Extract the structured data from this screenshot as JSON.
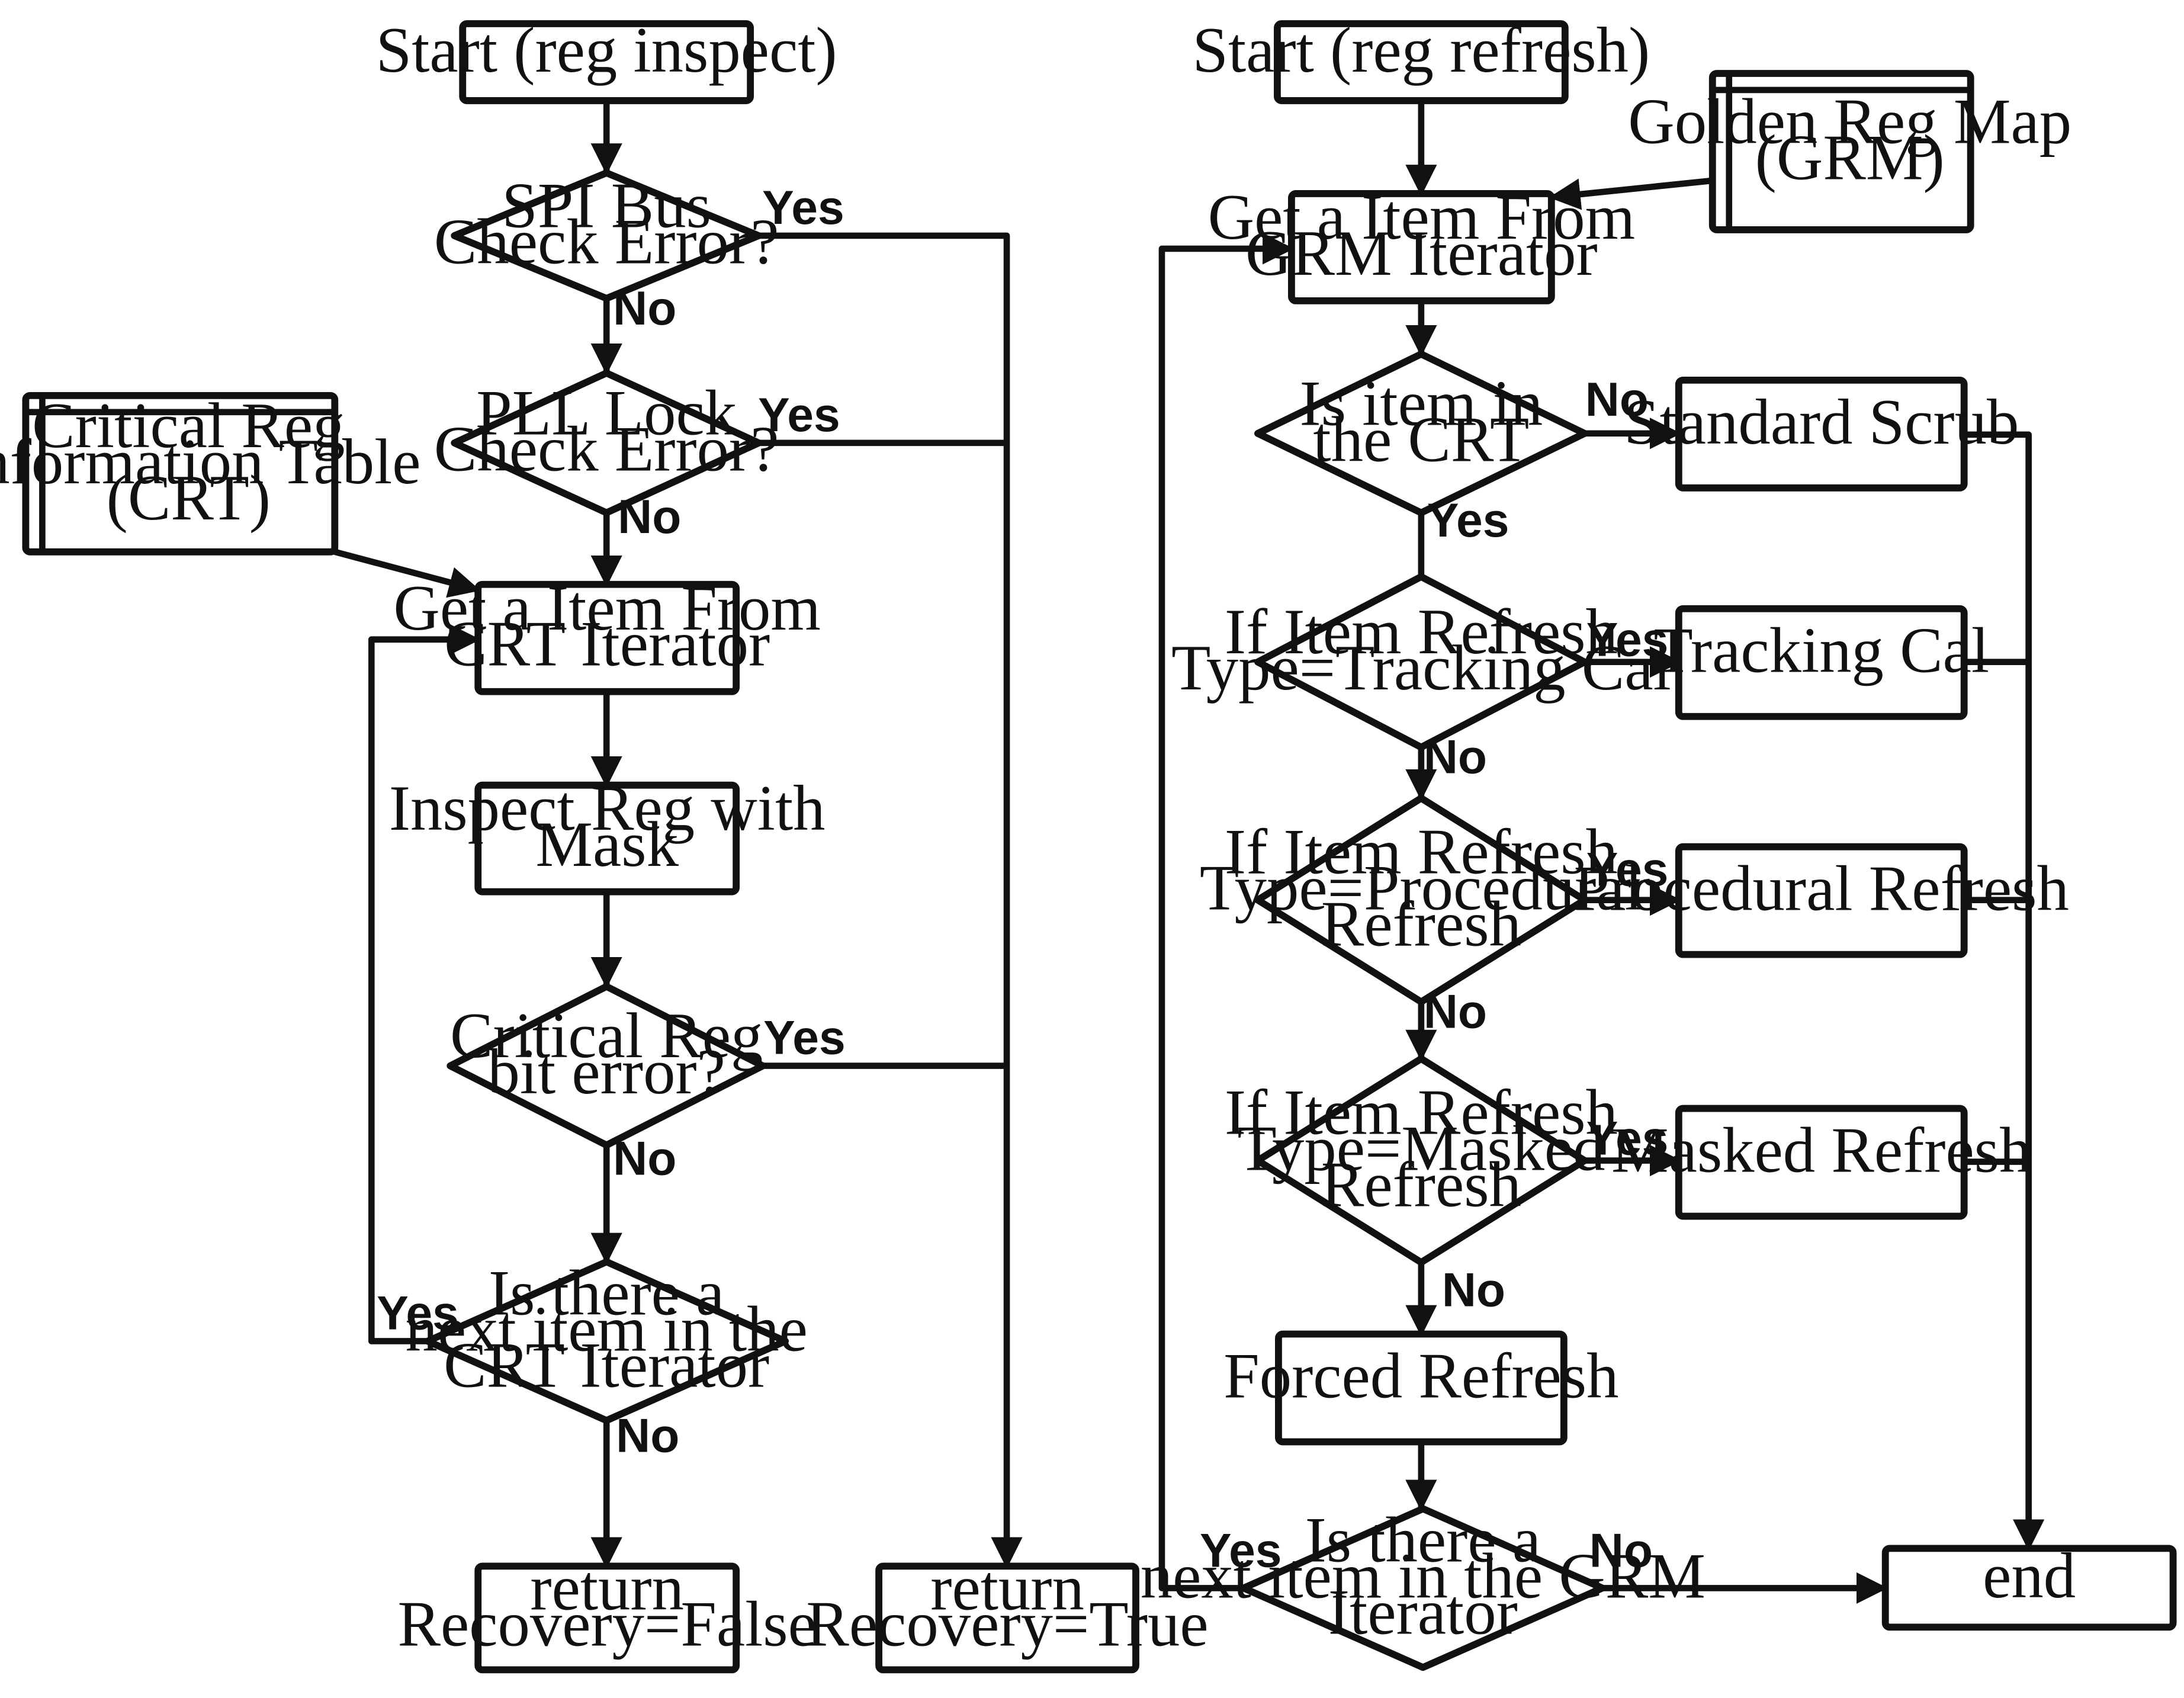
{
  "diagram": {
    "left_flow": {
      "start": "Start (reg inspect)",
      "spi_check": [
        "SPI Bus",
        "Check Error?"
      ],
      "pll_check": [
        "PLL Lock",
        "Check Error?"
      ],
      "crt_table": [
        "Critical Reg",
        "Information Table",
        "(CRT)"
      ],
      "get_item": [
        "Get a Item From",
        "CRT Iterator"
      ],
      "inspect": [
        "Inspect Reg with",
        "Mask"
      ],
      "bit_error": [
        "Critical Reg",
        "bit error?"
      ],
      "next_item": [
        "Is there a",
        "next item in the",
        "CRT Iterator"
      ],
      "return_false": [
        "return",
        "Recovery=False"
      ],
      "return_true": [
        "return",
        "Recovery=True"
      ]
    },
    "right_flow": {
      "start": "Start (reg refresh)",
      "grm_table": [
        "Golden Reg Map",
        "(GRM)"
      ],
      "get_item": [
        "Get a Item From",
        "GRM Iterator"
      ],
      "in_crt": [
        "Is item in",
        "the CRT"
      ],
      "standard_scrub": "Standard Scrub",
      "tracking_check": [
        "If Item Refresh",
        "Type=Tracking Cal"
      ],
      "tracking_cal": "Tracking Cal",
      "procedural_check": [
        "If Item Refresh",
        "Type=Procedural",
        "Refresh"
      ],
      "procedural_refresh": "Procedural Refresh",
      "masked_check": [
        "If Item Refresh",
        "Type=Masked",
        "Refresh"
      ],
      "masked_refresh": "Masked Refresh",
      "forced_refresh": "Forced Refresh",
      "next_item": [
        "Is there a",
        "next item in the GRM",
        "Iterator"
      ],
      "end": "end"
    },
    "labels": {
      "yes": "Yes",
      "no": "No"
    }
  }
}
